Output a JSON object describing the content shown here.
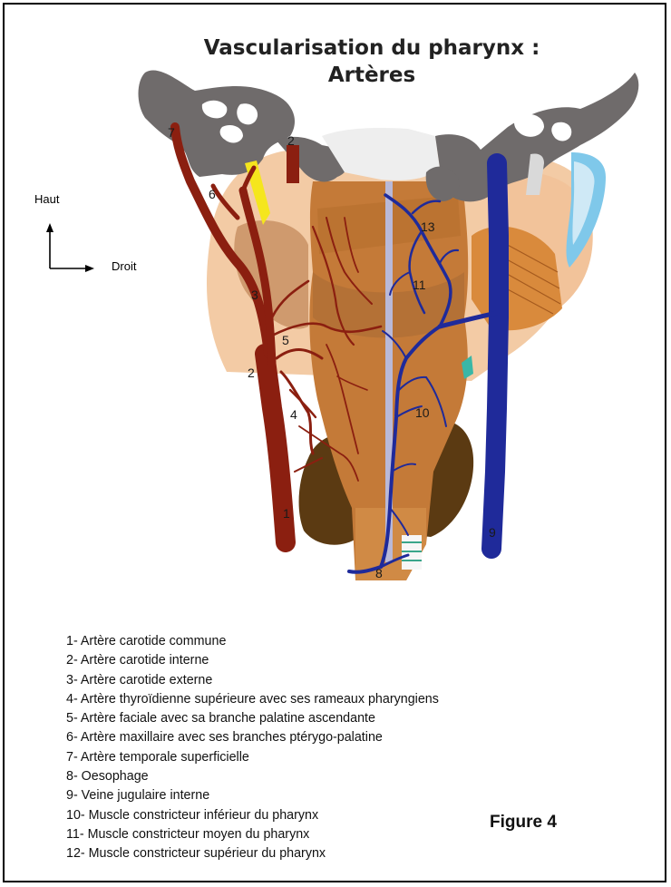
{
  "title": {
    "line1": "Vascularisation du pharynx :",
    "line2": "Artères"
  },
  "orientation": {
    "up_label": "Haut",
    "right_label": "Droit"
  },
  "diagram_labels": {
    "l1": "1",
    "l2": "2",
    "l2b": "2",
    "l3": "3",
    "l4": "4",
    "l5": "5",
    "l6": "6",
    "l7": "7",
    "l8": "8",
    "l9": "9",
    "l10": "10",
    "l11": "11",
    "l13": "13"
  },
  "legend": [
    "1- Artère carotide commune",
    "2- Artère carotide interne",
    "3- Artère carotide externe",
    "4- Artère thyroïdienne supérieure avec ses rameaux pharyngiens",
    "5- Artère faciale avec sa branche palatine ascendante",
    "6- Artère maxillaire avec ses branches ptérygo-palatine",
    "7- Artère temporale superficielle",
    "8- Oesophage",
    "9- Veine jugulaire interne",
    "10- Muscle constricteur inférieur du pharynx",
    "11- Muscle constricteur moyen du pharynx",
    "12- Muscle constricteur supérieur du pharynx"
  ],
  "figure_label": "Figure 4",
  "colors": {
    "artery": "#8b1f10",
    "vein": "#1f2a9a",
    "bone": "#6e6a6a",
    "muscle": "#c8742e",
    "skin": "#f2c6a0",
    "thyroid": "#5a3a14"
  }
}
